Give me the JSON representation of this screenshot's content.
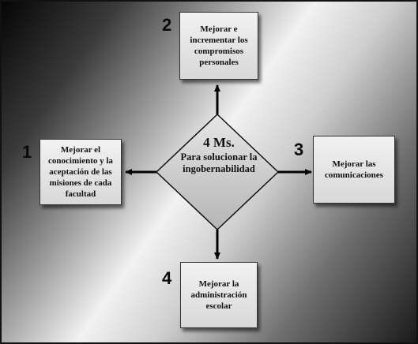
{
  "center": {
    "title": "4 Ms.",
    "subtitle": "Para solucionar la ingobernabilidad"
  },
  "items": [
    {
      "number": "1",
      "text": "Mejorar el conocimiento y la aceptación de las misiones de cada facultad"
    },
    {
      "number": "2",
      "text": "Mejorar e incrementar los compromisos personales"
    },
    {
      "number": "3",
      "text": "Mejorar las comunicaciones"
    },
    {
      "number": "4",
      "text": "Mejorar la administración escolar"
    }
  ]
}
